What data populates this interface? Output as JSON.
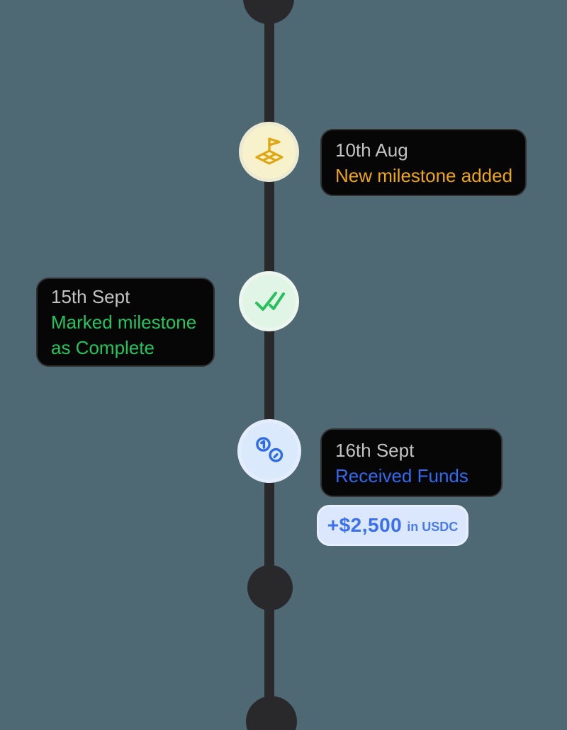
{
  "timeline": {
    "colors": {
      "background": "#4E6973",
      "line": "#29292B",
      "tooltip_bg": "#060606",
      "tooltip_border": "#313131",
      "date_text": "#C3C3C3"
    },
    "events": [
      {
        "date": "10th Aug",
        "label": "New milestone added",
        "side": "right",
        "icon": "milestone-flag-icon",
        "accent_color": "#F0A808",
        "icon_bg": "#F8F2CC",
        "icon_glyph_color": "#E0A60F"
      },
      {
        "date": "15th Sept",
        "label": "Marked milestone as Complete",
        "side": "left",
        "icon": "double-check-icon",
        "accent_color": "#22C55E",
        "icon_bg": "#E1F5E7",
        "icon_glyph_color": "#28C05B"
      },
      {
        "date": "16th Sept",
        "label": "Received Funds",
        "side": "right",
        "icon": "coins-icon",
        "accent_color": "#2F6BF0",
        "icon_bg": "#DBE9FC",
        "icon_glyph_color": "#2E6BE8",
        "amount": "+$2,500",
        "amount_unit": "in USDC",
        "amount_badge_bg": "#DBE7FD",
        "amount_text_color": "#3A70EE"
      }
    ]
  }
}
